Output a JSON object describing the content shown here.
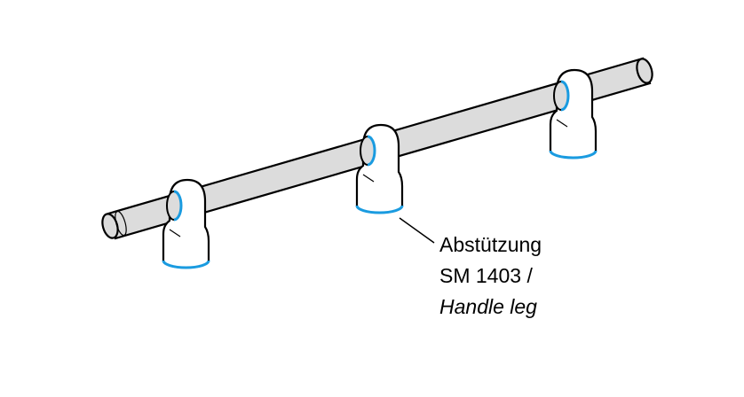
{
  "callout": {
    "line1": "Abstützung",
    "line2": "SM 1403 /",
    "line3": "Handle leg"
  },
  "colors": {
    "bar": "#dcdcdc",
    "leg": "#ffffff",
    "ring": "#1a9be0",
    "outline": "#000000"
  }
}
